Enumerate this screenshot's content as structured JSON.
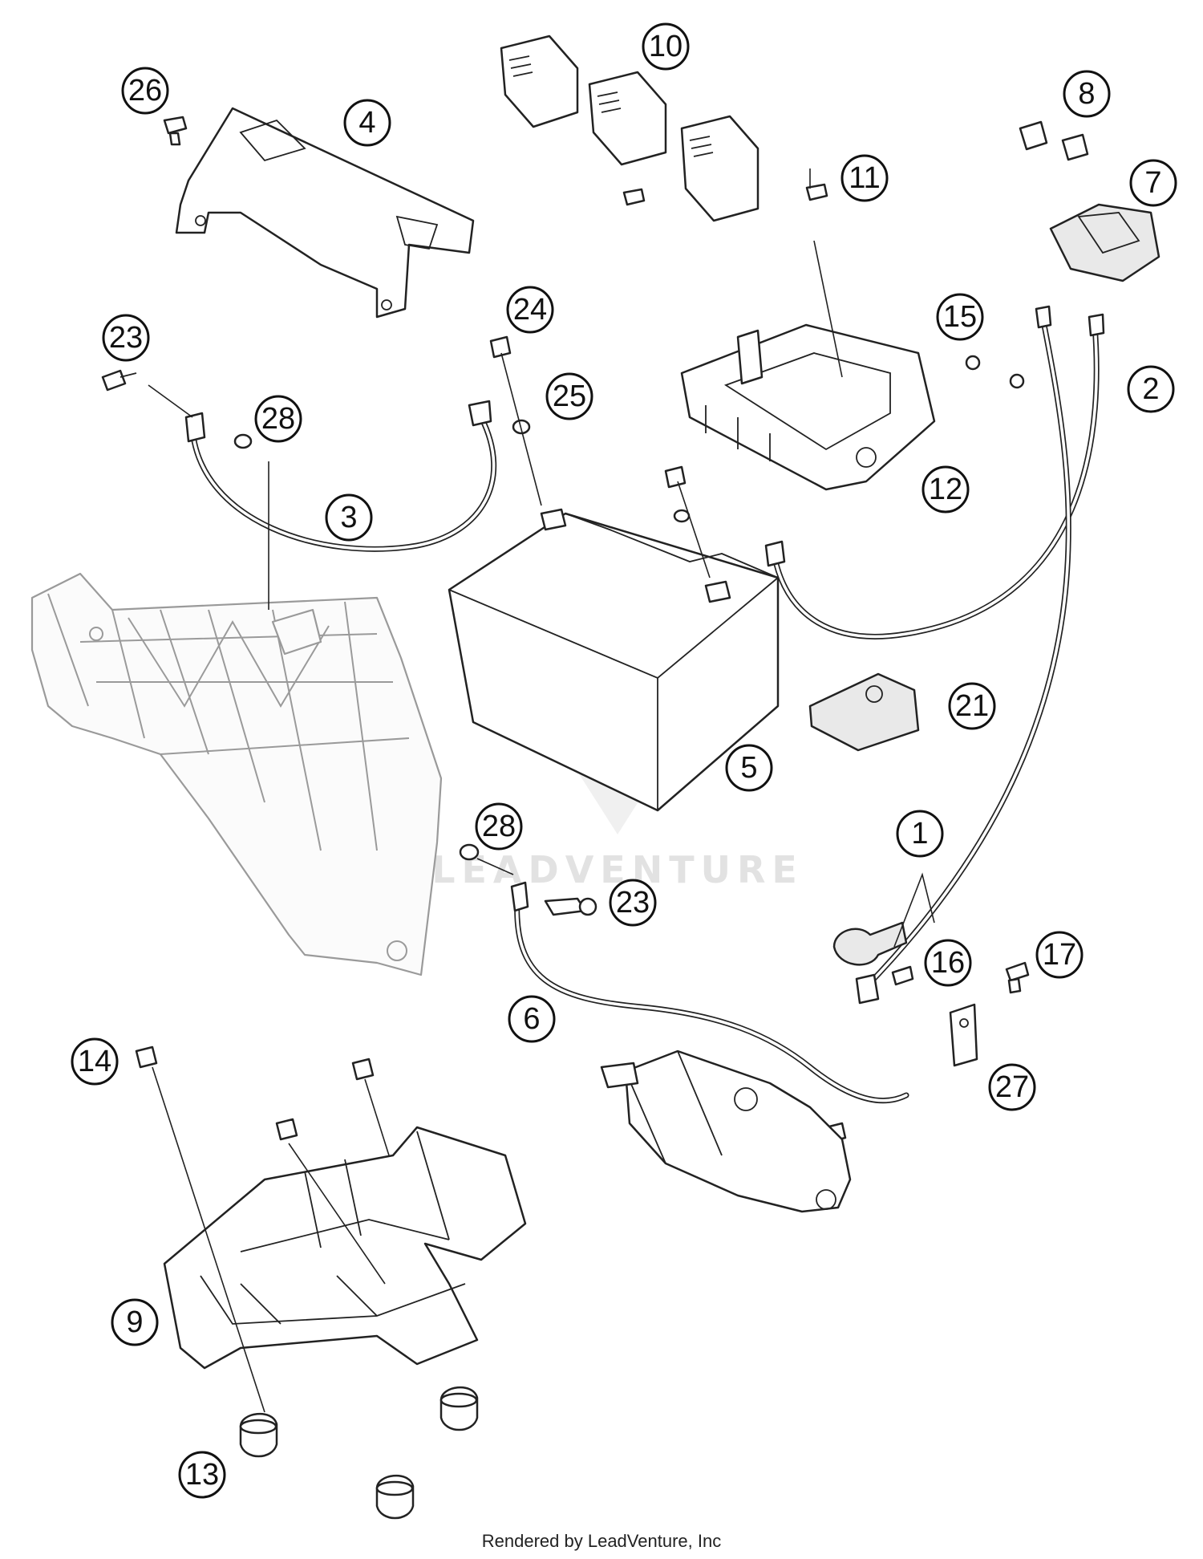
{
  "callouts": [
    {
      "id": "c1",
      "label": "1"
    },
    {
      "id": "c2",
      "label": "2"
    },
    {
      "id": "c3",
      "label": "3"
    },
    {
      "id": "c4",
      "label": "4"
    },
    {
      "id": "c5",
      "label": "5"
    },
    {
      "id": "c6",
      "label": "6"
    },
    {
      "id": "c7",
      "label": "7"
    },
    {
      "id": "c8",
      "label": "8"
    },
    {
      "id": "c9",
      "label": "9"
    },
    {
      "id": "c10",
      "label": "10"
    },
    {
      "id": "c11",
      "label": "11"
    },
    {
      "id": "c12",
      "label": "12"
    },
    {
      "id": "c13",
      "label": "13"
    },
    {
      "id": "c14",
      "label": "14"
    },
    {
      "id": "c15",
      "label": "15"
    },
    {
      "id": "c16",
      "label": "16"
    },
    {
      "id": "c17",
      "label": "17"
    },
    {
      "id": "c21",
      "label": "21"
    },
    {
      "id": "c23a",
      "label": "23"
    },
    {
      "id": "c23b",
      "label": "23"
    },
    {
      "id": "c24",
      "label": "24"
    },
    {
      "id": "c25",
      "label": "25"
    },
    {
      "id": "c26",
      "label": "26"
    },
    {
      "id": "c27",
      "label": "27"
    },
    {
      "id": "c28a",
      "label": "28"
    },
    {
      "id": "c28b",
      "label": "28"
    }
  ],
  "watermark": "LEADVENTURE",
  "credit": "Rendered by LeadVenture, Inc"
}
